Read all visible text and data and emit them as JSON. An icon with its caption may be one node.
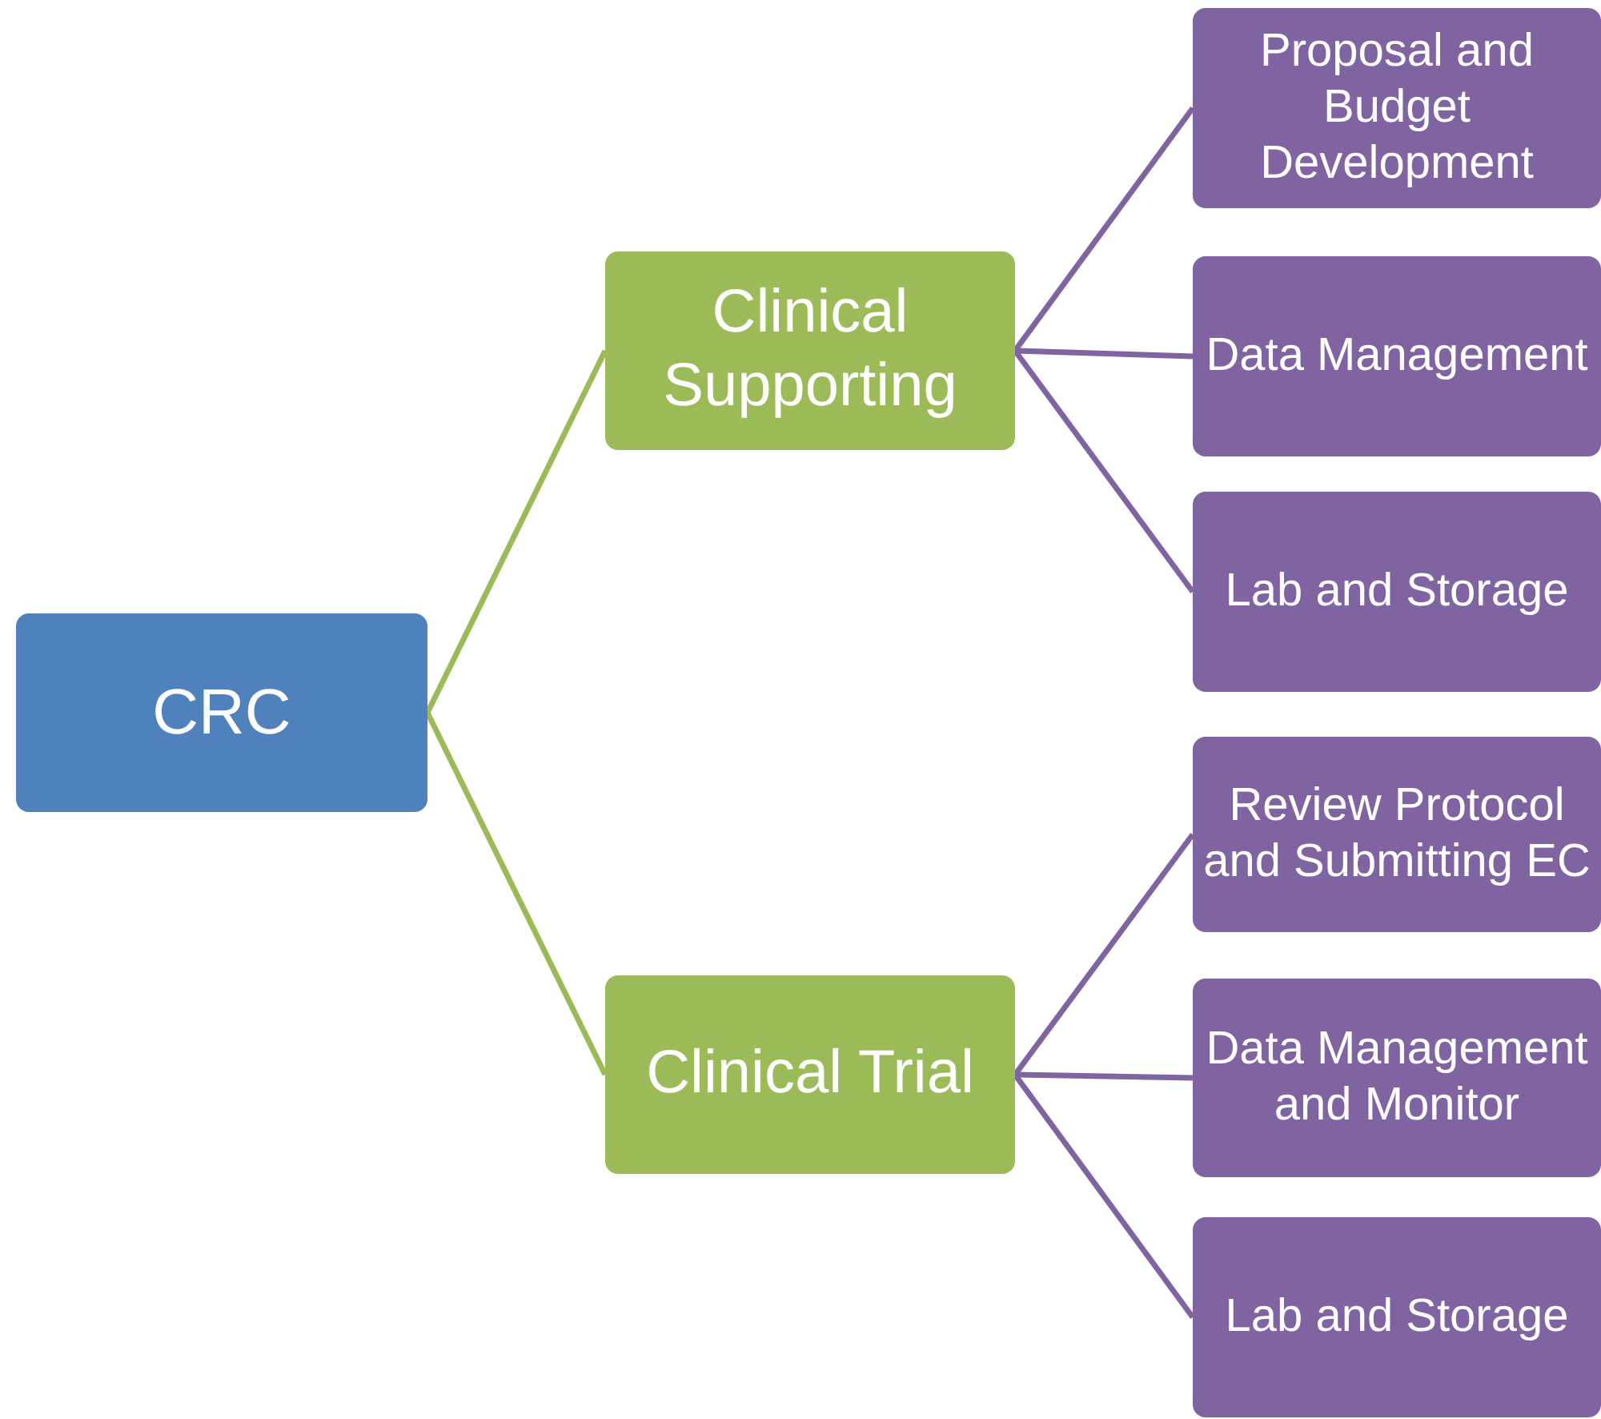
{
  "diagram": {
    "nodes": [
      {
        "text": [
          "CRC"
        ]
      },
      {
        "text": [
          "Clinical Supporting"
        ]
      },
      {
        "text": [
          "Clinical Trial"
        ]
      },
      {
        "text": [
          "Proposal and Budget Development"
        ]
      },
      {
        "text": [
          "Data Management"
        ]
      },
      {
        "text": [
          "Lab and Storage"
        ]
      },
      {
        "text": [
          "Review Protocol and Submitting EC"
        ]
      },
      {
        "text": [
          "Data Management and Monitor"
        ]
      },
      {
        "text": [
          "Lab and Storage"
        ]
      }
    ],
    "edges": [
      {
        "from": 0,
        "to": 1,
        "arrow": "none",
        "color": "#9bbb59"
      },
      {
        "from": 0,
        "to": 2,
        "arrow": "none",
        "color": "#9bbb59"
      },
      {
        "from": 1,
        "to": 3,
        "arrow": "none"
      },
      {
        "from": 1,
        "to": 4,
        "arrow": "none"
      },
      {
        "from": 1,
        "to": 5,
        "arrow": "none"
      },
      {
        "from": 2,
        "to": 6,
        "arrow": "none"
      },
      {
        "from": 2,
        "to": 7,
        "arrow": "none"
      },
      {
        "from": 2,
        "to": 8,
        "arrow": "none"
      }
    ]
  }
}
